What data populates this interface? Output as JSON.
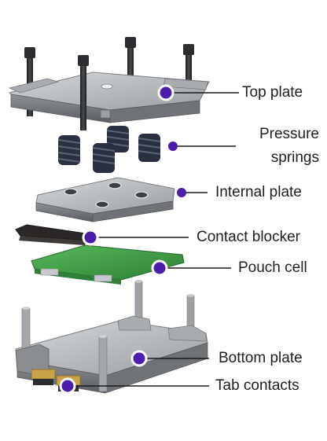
{
  "callouts": [
    {
      "id": "top-plate",
      "label": "Top plate"
    },
    {
      "id": "pressure-springs",
      "label_line1": "Pressure",
      "label_line2": "springs"
    },
    {
      "id": "internal-plate",
      "label": "Internal plate"
    },
    {
      "id": "contact-blocker",
      "label": "Contact blocker"
    },
    {
      "id": "pouch-cell",
      "label": "Pouch cell"
    },
    {
      "id": "bottom-plate",
      "label": "Bottom plate"
    },
    {
      "id": "tab-contacts",
      "label": "Tab contacts"
    }
  ],
  "colors": {
    "marker_fill": "#4b1da8",
    "metal_light": "#b9bcc0",
    "metal_mid": "#8e9296",
    "metal_dark": "#5f6367",
    "bolt": "#2b2d30",
    "spring": "#2a3040",
    "pcb_green": "#3f9f45",
    "tab_brass": "#c9a24a"
  }
}
